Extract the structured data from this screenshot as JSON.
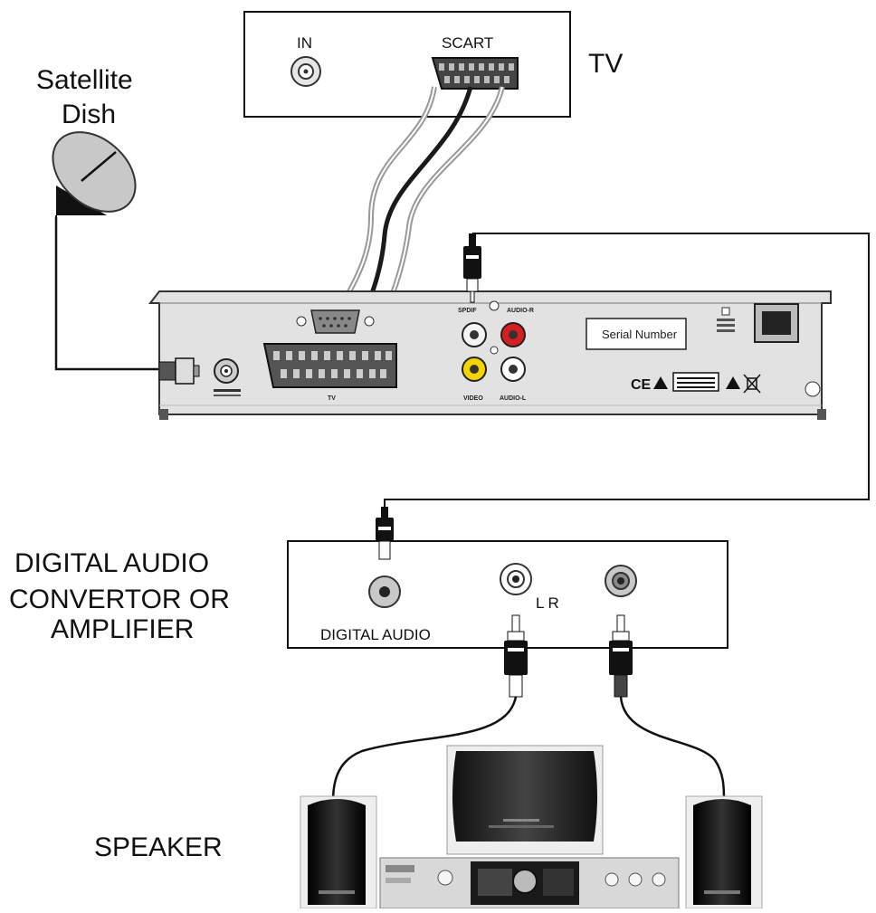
{
  "labels": {
    "satellite_dish": [
      "Satellite",
      "Dish"
    ],
    "tv": "TV",
    "tv_in": "IN",
    "tv_scart": "SCART",
    "converter": [
      "DIGITAL AUDIO",
      "CONVERTOR OR",
      "AMPLIFIER"
    ],
    "converter_digital_audio": "DIGITAL AUDIO",
    "converter_lr": "L R",
    "speaker": "SPEAKER"
  },
  "receiver": {
    "serial_number": "Serial Number",
    "spdif": "SPDIF",
    "audio_r": "AUDIO-R",
    "audio_l": "AUDIO-L",
    "video": "VIDEO",
    "scart_tv": "TV",
    "ce_mark": "CE"
  },
  "colors": {
    "video_jack": "#f2d600",
    "audio_r_jack": "#d81e1e",
    "audio_l_jack": "#ffffff",
    "black_cable": "#1a1a1a",
    "gray_cable": "#9a9a9a",
    "panel": "#e2e2e2"
  }
}
